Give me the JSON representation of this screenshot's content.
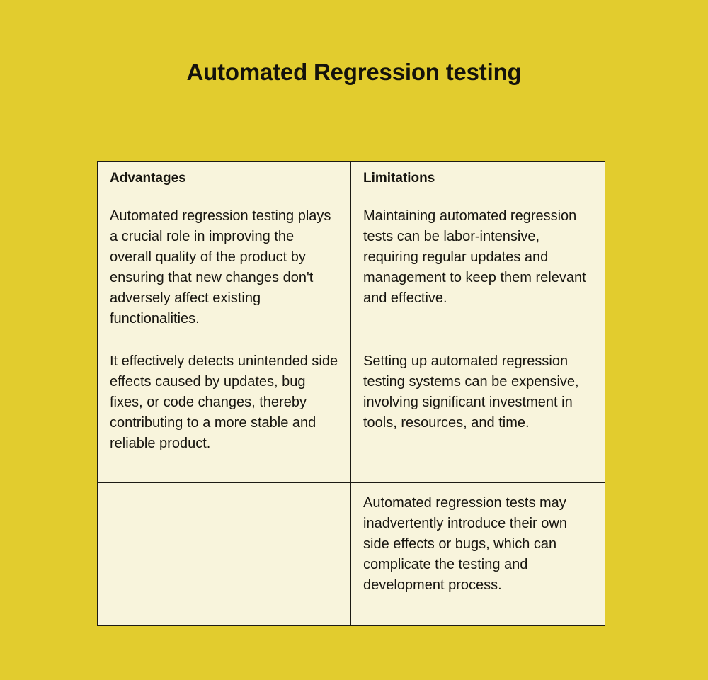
{
  "document": {
    "title": "Automated Regression testing",
    "background_color": "#e2cc2e",
    "cell_background_color": "#f8f4dc",
    "border_color": "#1c1a14",
    "text_color": "#17150f"
  },
  "table": {
    "headers": [
      "Advantages",
      "Limitations"
    ],
    "rows": [
      {
        "advantages": "Automated regression testing plays a crucial role in improving the overall quality of the product by ensuring that new changes don't adversely affect existing functionalities.",
        "limitations": "Maintaining automated regression tests can be labor-intensive, requiring regular updates and management to keep them relevant and effective."
      },
      {
        "advantages": "It effectively detects unintended side effects caused by updates, bug fixes, or code changes, thereby contributing to a more stable and reliable product.",
        "limitations": "Setting up automated regression testing systems can be expensive, involving significant investment in tools, resources, and time."
      },
      {
        "advantages": "",
        "limitations": "Automated regression tests may inadvertently introduce their own side effects or bugs, which can complicate the testing and development process."
      }
    ]
  }
}
